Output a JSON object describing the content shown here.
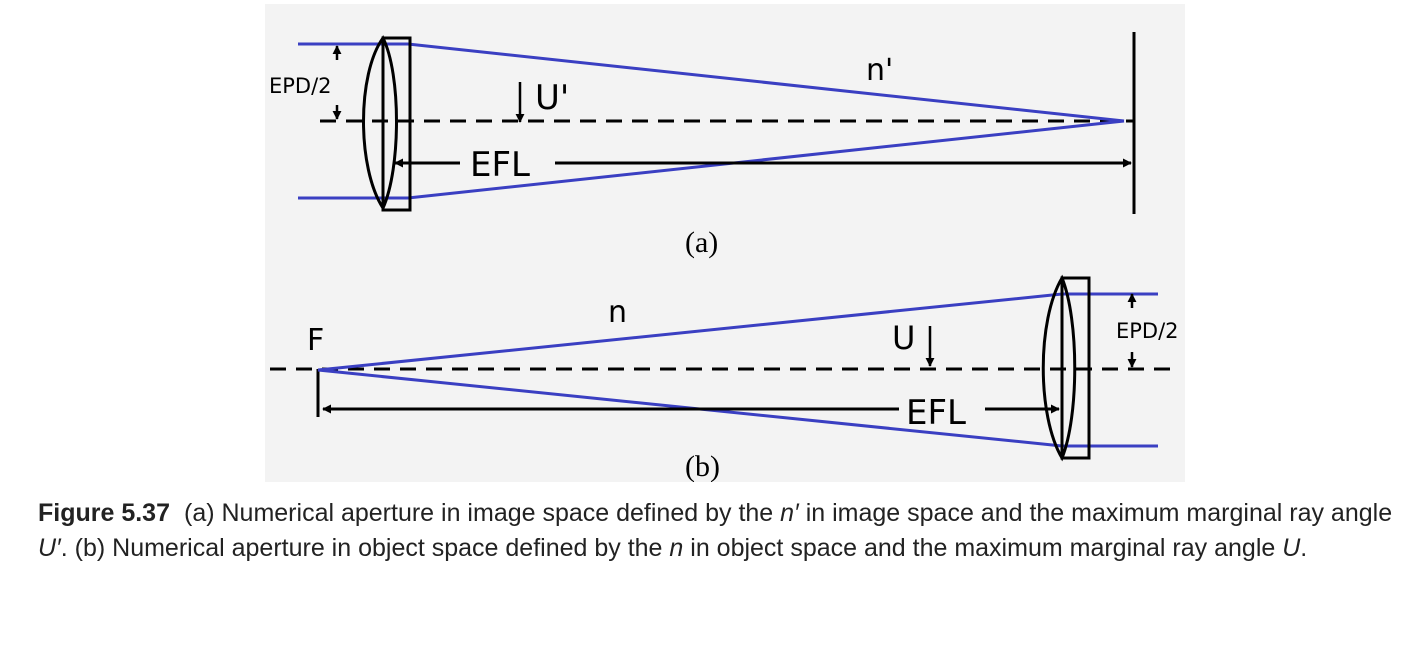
{
  "diagram": {
    "panel_a": {
      "aperture_label": "EPD/2",
      "angle_label": "U'",
      "index_label": "n'",
      "focal_length_label": "EFL",
      "sublabel": "(a)"
    },
    "panel_b": {
      "focus_label": "F",
      "index_label": "n",
      "angle_label": "U",
      "aperture_label": "EPD/2",
      "focal_length_label": "EFL",
      "sublabel": "(b)"
    },
    "colors": {
      "ray": "#3a3fc2",
      "line": "#000000",
      "panel_background": "#f3f3f3"
    }
  },
  "caption": {
    "figure_number": "Figure 5.37",
    "part1": "(a) Numerical aperture in image space defined by the ",
    "n_prime": "n′",
    "part2": " in image space and the maximum marginal ray angle ",
    "u_prime": "U′",
    "part3": ". (b) Numerical aperture in object space defined by the ",
    "n": "n",
    "part4": " in object space and the maximum marginal ray angle ",
    "u": "U",
    "part5": "."
  }
}
